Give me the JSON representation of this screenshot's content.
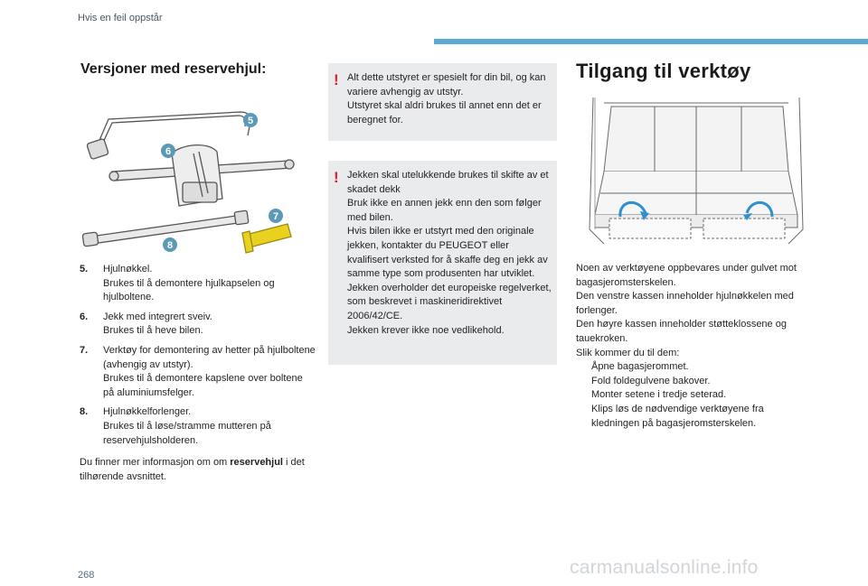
{
  "header": {
    "title": "Hvis en feil oppstår",
    "accent": "#5aaad6"
  },
  "left": {
    "heading": "Versjoner med reservehjul:",
    "figure": {
      "callouts": [
        "5",
        "6",
        "7",
        "8"
      ],
      "callout_color": "#5a9ab6",
      "highlight_color": "#e8d21f"
    },
    "items": [
      {
        "num": "5.",
        "lines": [
          "Hjulnøkkel.",
          "Brukes til å demontere hjulkapselen og hjulboltene."
        ]
      },
      {
        "num": "6.",
        "lines": [
          "Jekk med integrert sveiv.",
          "Brukes til å heve bilen."
        ]
      },
      {
        "num": "7.",
        "lines": [
          "Verktøy for demontering av hetter på hjulboltene (avhengig av utstyr).",
          "Brukes til å demontere kapslene over boltene på aluminiumsfelger."
        ]
      },
      {
        "num": "8.",
        "lines": [
          "Hjulnøkkelforlenger.",
          "Brukes til å løse/stramme mutteren på reservehjulsholderen."
        ]
      }
    ],
    "more_prefix": "Du finner mer informasjon om om ",
    "more_bold": "reservehjul",
    "more_suffix": " i det tilhørende avsnittet."
  },
  "warnings": {
    "mark": "!",
    "mark_color": "#e11d2a",
    "w1": [
      "Alt dette utstyret er spesielt for din bil, og kan variere avhengig av utstyr.",
      "Utstyret skal aldri brukes til annet enn det er beregnet for."
    ],
    "w2": [
      "Jekken skal utelukkende brukes til skifte av et skadet dekk",
      "Bruk ikke en annen jekk enn den som følger med bilen.",
      "Hvis bilen ikke er utstyrt med den originale jekken, kontakter du PEUGEOT eller kvalifisert verksted for å skaffe deg en jekk av samme type som produsenten har utviklet.",
      "Jekken overholder det europeiske regelverket, som beskrevet i maskineridirektivet 2006/42/CE.",
      "Jekken krever ikke noe vedlikehold."
    ]
  },
  "right": {
    "heading": "Tilgang til verktøy",
    "figure": {
      "arrow_color": "#2f8fd0"
    },
    "paragraphs": [
      "Noen av verktøyene oppbevares under gulvet mot bagasjeromsterskelen.",
      "Den venstre kassen inneholder hjulnøkkelen med forlenger.",
      "Den høyre kassen inneholder støtteklossene og tauekroken.",
      "Slik kommer du til dem:"
    ],
    "step_marker": "",
    "steps": [
      "Åpne bagasjerommet.",
      "Fold foldegulvene bakover.",
      "Monter setene i tredje seterad.",
      "Klips løs de nødvendige verktøyene fra kledningen på bagasjeromsterskelen."
    ]
  },
  "footer": {
    "page": "268",
    "watermark": "carmanualsonline.info"
  }
}
